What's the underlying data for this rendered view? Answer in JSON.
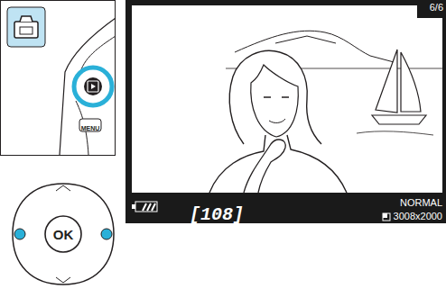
{
  "diagram": {
    "nodes": [
      {
        "text": [
          "OK"
        ]
      }
    ],
    "labels": [
      "MENU",
      "6/6",
      "[108]",
      "NORMAL",
      "3008x2000"
    ]
  }
}
